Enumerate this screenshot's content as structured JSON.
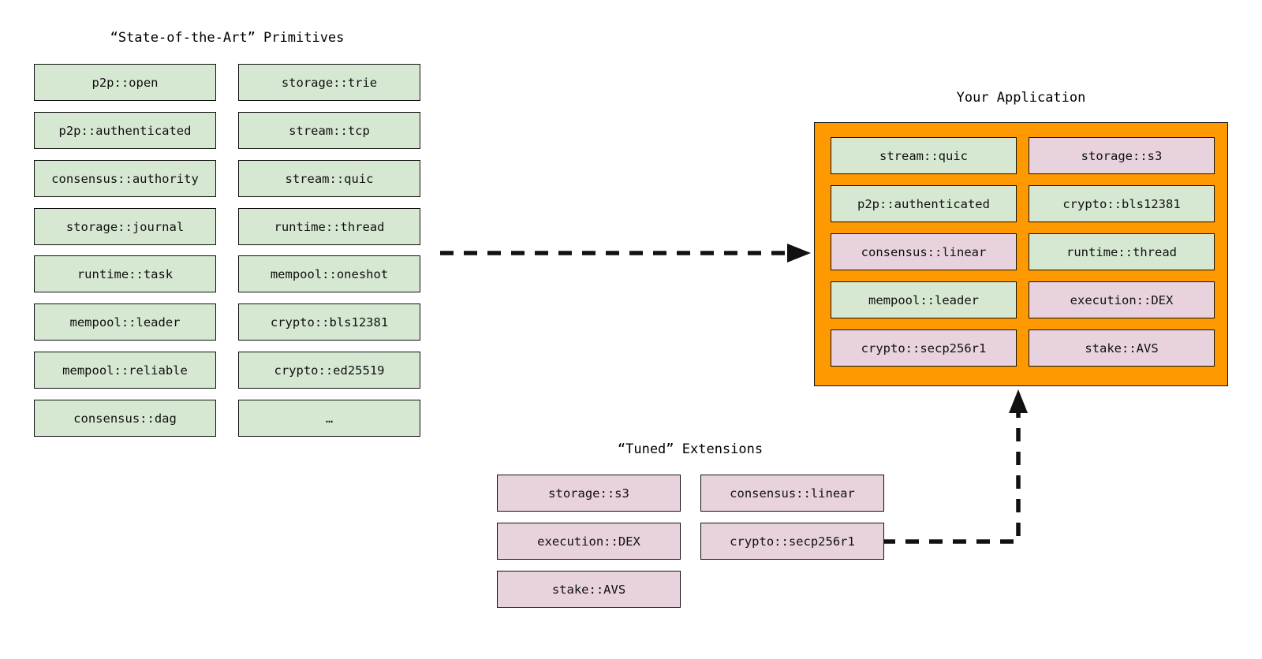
{
  "diagram": {
    "background_color": "#ffffff",
    "palette": {
      "primitive_green": "#d6e8d1",
      "extension_pink": "#e7d2de",
      "application_orange": "#ff9900",
      "stroke": "#111111"
    },
    "sections": {
      "primitives": {
        "title": "“State-of-the-Art” Primitives",
        "left_column": [
          {
            "label": "p2p::open",
            "kind": "green"
          },
          {
            "label": "p2p::authenticated",
            "kind": "green"
          },
          {
            "label": "consensus::authority",
            "kind": "green"
          },
          {
            "label": "storage::journal",
            "kind": "green"
          },
          {
            "label": "runtime::task",
            "kind": "green"
          },
          {
            "label": "mempool::leader",
            "kind": "green"
          },
          {
            "label": "mempool::reliable",
            "kind": "green"
          },
          {
            "label": "consensus::dag",
            "kind": "green"
          }
        ],
        "right_column": [
          {
            "label": "storage::trie",
            "kind": "green"
          },
          {
            "label": "stream::tcp",
            "kind": "green"
          },
          {
            "label": "stream::quic",
            "kind": "green"
          },
          {
            "label": "runtime::thread",
            "kind": "green"
          },
          {
            "label": "mempool::oneshot",
            "kind": "green"
          },
          {
            "label": "crypto::bls12381",
            "kind": "green"
          },
          {
            "label": "crypto::ed25519",
            "kind": "green"
          },
          {
            "label": "…",
            "kind": "green"
          }
        ]
      },
      "application": {
        "title": "Your Application",
        "left_column": [
          {
            "label": "stream::quic",
            "kind": "green"
          },
          {
            "label": "p2p::authenticated",
            "kind": "green"
          },
          {
            "label": "consensus::linear",
            "kind": "pink"
          },
          {
            "label": "mempool::leader",
            "kind": "green"
          },
          {
            "label": "crypto::secp256r1",
            "kind": "pink"
          }
        ],
        "right_column": [
          {
            "label": "storage::s3",
            "kind": "pink"
          },
          {
            "label": "crypto::bls12381",
            "kind": "green"
          },
          {
            "label": "runtime::thread",
            "kind": "green"
          },
          {
            "label": "execution::DEX",
            "kind": "pink"
          },
          {
            "label": "stake::AVS",
            "kind": "pink"
          }
        ]
      },
      "extensions": {
        "title": "“Tuned” Extensions",
        "left_column": [
          {
            "label": "storage::s3",
            "kind": "pink"
          },
          {
            "label": "execution::DEX",
            "kind": "pink"
          },
          {
            "label": "stake::AVS",
            "kind": "pink"
          }
        ],
        "right_column": [
          {
            "label": "consensus::linear",
            "kind": "pink"
          },
          {
            "label": "crypto::secp256r1",
            "kind": "pink"
          }
        ]
      }
    },
    "connectors": [
      {
        "name": "primitives-to-application",
        "style": "dashed",
        "direction": "right"
      },
      {
        "name": "extensions-to-application",
        "style": "dashed",
        "direction": "up"
      }
    ]
  }
}
